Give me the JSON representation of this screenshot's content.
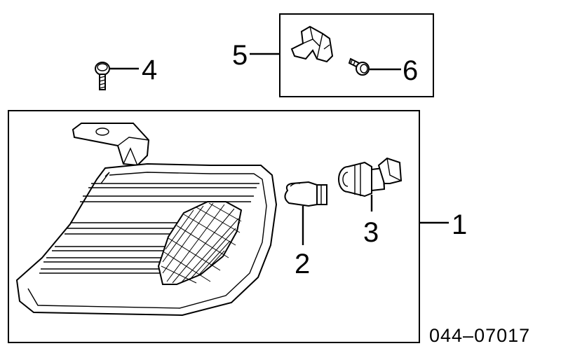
{
  "diagram": {
    "callouts": {
      "assembly": "1",
      "bulb": "2",
      "socket": "3",
      "screw": "4",
      "bracket_kit": "5",
      "bracket_screw": "6"
    },
    "reference_code": "044–07017"
  }
}
